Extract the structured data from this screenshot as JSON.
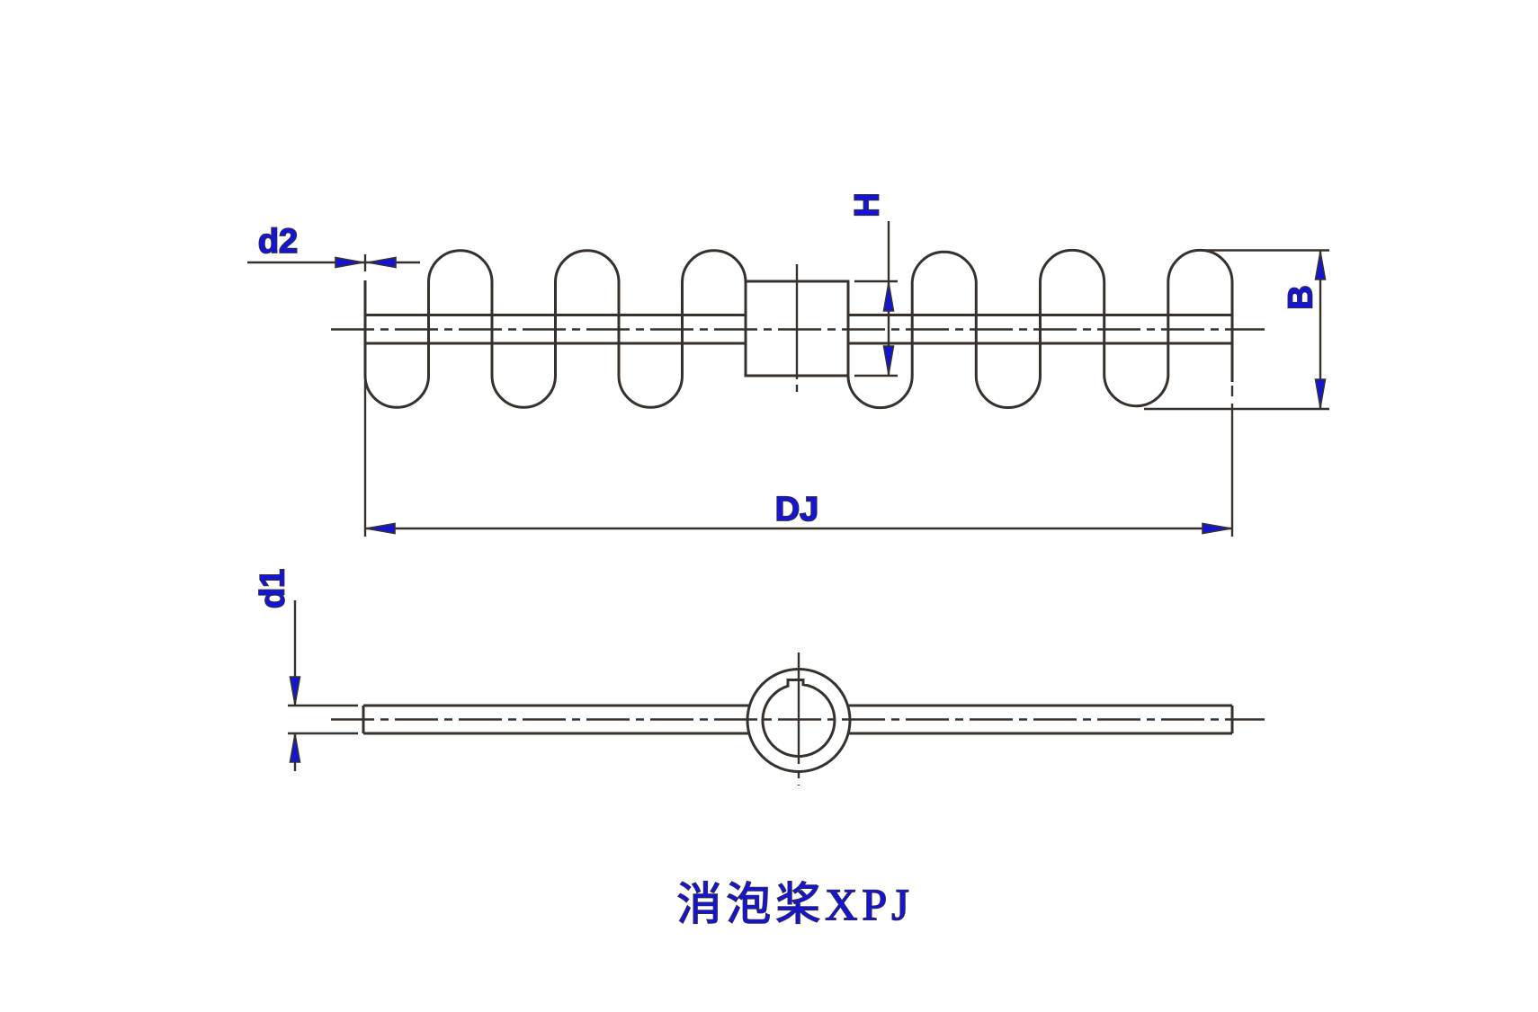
{
  "drawing": {
    "title": "消泡桨XPJ",
    "labels": {
      "d2": "d2",
      "H": "H",
      "B": "B",
      "DJ": "DJ",
      "d1": "d1"
    },
    "colors": {
      "line": "#37312e",
      "annotation_blue": "#1414d2",
      "background": "#ffffff"
    }
  }
}
